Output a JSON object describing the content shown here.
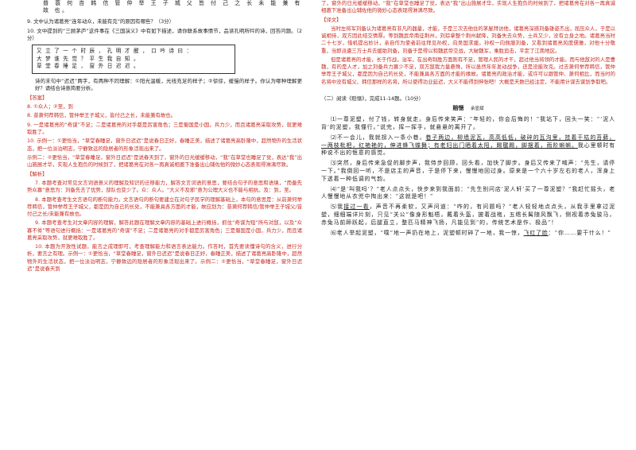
{
  "left": {
    "top_line": "普 蓑 何 吝 韩 信 管 仲 举 王 子 城 父 皆 付 己 之 长 未 能 兼 有 故 也。",
    "q9": "9. 文中认为诸葛亮“连年动众，未能有克”的原因有哪些？（3分）",
    "q10": "10. 文中提到的“三顾茅庐”这件事在《三国演义》中有如下描述，请你联系故事情节，品读孔明所吟的诗，回答问题。（2分）",
    "poem": [
      "大 梦 谁 先 觉 ？ 平 生 我 自 知 。",
      "草 堂 春 睡 足 ， 窗 外 日 迟 迟 。"
    ],
    "poem_intro": "又 立 了 一 个 时 辰 ， 孔 明 才 醒 ， 口 吟 诗 曰 ：",
    "q10_ask": "诗的末句中“迟迟”两字，有两种不同理解：①阳光温暖，光线充足的样子；②徐徐，缓慢的样子。你认为哪种理解更好？请结合诗意简要分析。",
    "answer_label": "【答案】",
    "a8": "8. ①众人；②至，到",
    "a_line1": "8. 昔萧何荐韩信，管仲举王子城父，皆付己之长，未能兼有故也。",
    "a9": "9. 一是诸葛亮的“奇谋”不足；二是诸葛亮的对手都是厉害角色；三是蜀国是小国，兵力少，而且诸葛亮采取攻势，就更难取胜了。",
    "a10_1": "10. 示例一：①更恰当，“草堂春睡足，窗外日迟迟”是说春日正好，春睡正美，描述了诸葛亮高卧隆中，超然物外的生活状态，把一位淡泊明志，宁静致远的隐居者的形象活现出来了。",
    "a10_2": "示例二：②更恰当，“草堂春睡足，窗外日迟迟”是说春天到了，窗外的日光缓缓移动，“我”在草堂也睡足了觉，表达“我”出山施展才华，实现人生抱负的时候到了，把诸葛亮在对各一再真诚相邀下准备出山辅佐他的微妙心态表现得淋漓尽致。",
    "analysis_label": "【解析】",
    "ana7": "7. 本题考查对常见文言词语意义的理解及知识的迁移能力，解答文言词语的意思，要结合句子的意思和语境，“而备先势众寡”意思为：刘备先去了优势，部队也变少了。众：众人。“大义不及邪”意为公理大义也不能与相抗。及：到，至。",
    "ana8": "8. 本题考查考生文言语句的断句能力。文言语句的断句要建立在对句子民学的理解基础上，本句的意思是：从前萧何举荐韩信，管仲举荐王子城父，都是因为自己的长处，不能兼具各方面的才能，故应划为：昔萧何荐韩信/管仲举王子城父/皆付己之长/未能兼有故也。",
    "ana9": "9. 本题考查考生对文章内容的理解，解答此题在理解文章内容的基础上进行概括，抓住“奇谋为短”所与对敌，以及“众寡不侔”等语句进行概括：一是诸葛亮的“奇谋”不足；二是诸葛亮的对手都是厉害角色；三是蜀国是小国，兵力少，而且诸葛亮采取攻势，就更难取胜了。",
    "ana10": "10. 本题为开放性试题，能言之成理即可，考查理解能力和语言表达能力。作答时，首先要读懂诗句的含义，进行分析，要言之有理。示例一：①更恰当，“草堂春睡足，窗外日迟迟”是说春日正好，春睡正美，描述了诸葛亮高卧隆中，超然物外的生活状态，把一位淡泊明志，宁静致远的隐居者的形象活现出来了。示例二：②更恰当，“草堂春睡足，窗外日迟迟”是说春天到"
  },
  "right": {
    "cont1": "了，窗外的日光缓缓移动，“我”在草堂也睡足了觉，表达“我”出山施展才华，实现人生抱负的时候到了，把诸葛亮在对各一再真诚相邀下准备出山辅佐他的微妙心态表现得淋漓尽致。",
    "trans_label": "【译文】",
    "trans1": "当时左将军刘备认为诸葛亮有非凡的器量，才能，于是三次去他住的茅屋拜访他，诸葛亮深感刘备雄姿杰出，屈压众人，于是以诚相待，双方因此结交情厚。等到魏武帝南征荆州，刘琮拿整个荆州献降，刘备失去众势，士兵又少，没有立身之地。诸葛亮当时二十七岁，惜机提出妙计，亲自作为使者前往拜见孙权，向吴国求援。孙权一向佩服刘备，又看到诸葛亮风度儒雅，对他十分敬重，当即派遣三万士兵去援助刘备，刘备于是得以和魏武帝交战，大破魏军，乘胜追击，平定了江南地区。",
    "trans2": "但是诸葛亮的才能，长于作战，治军，在出奇制胜方面则有不足，管理人民的才干，超过他当将领的才能。而与他敌对的人是曹魏，有的是人才，加之刘备兵力寡少不足，双方敌我力量悬殊，所以虽然年年发动战争，还是没能攻克。过去萧何举荐韩信，管仲举荐王子城父，都是因为自己的长处，不能兼具各方面的才能的缘故。诸葛亮的政治才能，或许可以跟管仲、萧何相比，而当时的名将中没有城父、韩信那样的名将，所以使得功业延迟，大义不能得到伸张吧！大概是天数已经注定，不能用计谋去谋划争取吧。",
    "sec_title": "（二）阅读《赔惬》，完成11-14题。（10分）",
    "story_title": "赔惬",
    "story_author": "余显斌",
    "p1": "⑴一尊泥塑，付了钱，转身就走。身后传来笑声：“年轻的，你会后悔的！”我站下，回头一笑：“‘泥人背’的泥塑，我懂行。”说完，挥一挥手，就悬悬的离开了。",
    "p2a": "⑵不一会儿，我就拐入一条小巷，",
    "p2u": "巷子两边，柳墙泥瓦，高高低低，破碎的瓦沟里，挂着干枯的苔藓，一两枝枇杷，红艳艳的，伸进蜂飞蝶舞；有老妇出门晒着太阳，踢毽踢，脚摆着，雨阶蝌蝌。",
    "p2b": "我心里顿时有种说不出的惬意的感觉。",
    "p3": "⑶突然，身后传来急促的脚步声，我侍步回顾，回头看，加快了脚步。身后又传来了喊声：“先生，请停一下。”我倒回一听，不是店主的声音，于是停下来，慢慢地回过身。原来是一个六十岁左右的老人，浑身上下透着一种低调的气韵。",
    "p4": "⑷“是‘叫我吗’？”老人点点头，快步来到我面前：“先生别问店‘泥人轩’买了一尊泥塑？”我赶忙摇头，老人慢慢地从衣兜中掏出来：“这就是吧！”",
    "p5a": "⑸我",
    "p5u": "接过一看",
    "p5b": "，声音不再柔软，又声问道：“咋的，有问题吗？”老人轻轻地点点头，从我手里拿过泥塑，细细端详片刻，只见“关公”像身形魁梧，戴着头盔，披着战袍，五绺长髯随风飘飞，侧视着赤兔骏马，赤兔马前蹄跃起，后腿直立，整匹马精神飞扬，凡能见到“的，传统艺术是作、极品”！",
    "p6a": "⑹老人举起泥塑，“噗”地一声扔在地上，泥塑顿时碎了一地，我一惊，",
    "p6u": "飞红了脸",
    "p6b": "：“你……要干什么！”"
  }
}
